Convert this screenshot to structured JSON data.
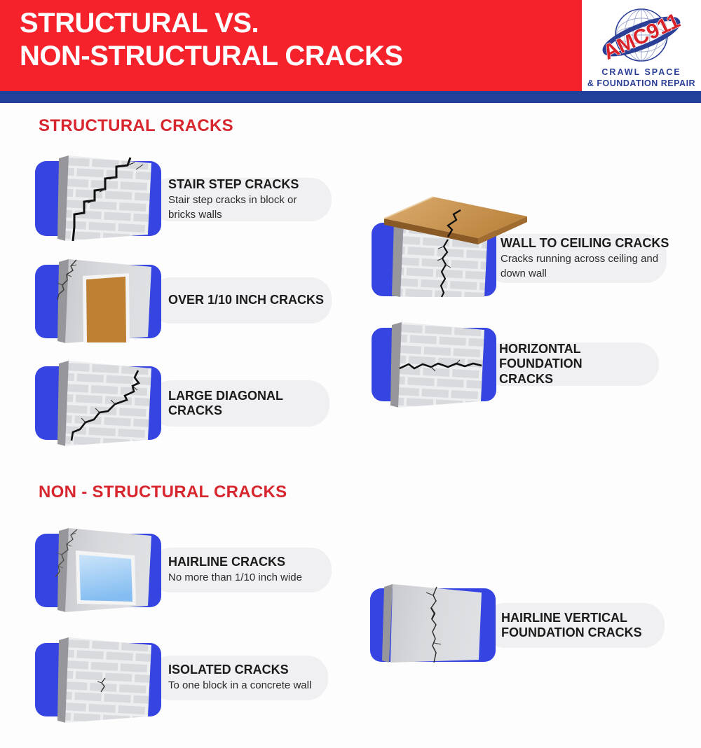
{
  "header": {
    "title_line1": "STRUCTURAL VS.",
    "title_line2": "NON-STRUCTURAL CRACKS"
  },
  "logo": {
    "brand": "AMC911",
    "tagline_line1": "CRAWL SPACE",
    "tagline_line2": "& FOUNDATION REPAIR"
  },
  "colors": {
    "header_red": "#F5222B",
    "navy_bar": "#21409A",
    "accent_blue": "#3645E2",
    "heading_red": "#D8262E",
    "card_gray": "#F0F0F2",
    "logo_blue": "#2B3F97",
    "logo_red": "#D8232A"
  },
  "sections": [
    {
      "heading": "STRUCTURAL CRACKS",
      "items": [
        {
          "title": "STAIR STEP CRACKS",
          "description": "Stair step cracks in block or bricks walls",
          "icon": "stair-step-crack-wall-icon"
        },
        {
          "title": "OVER 1/10 INCH CRACKS",
          "description": "",
          "icon": "door-wall-crack-icon"
        },
        {
          "title": "LARGE DIAGONAL CRACKS",
          "description": "",
          "icon": "diagonal-crack-wall-icon"
        },
        {
          "title": "WALL TO CEILING CRACKS",
          "description": "Cracks running across ceiling and down wall",
          "icon": "wall-to-ceiling-crack-icon"
        },
        {
          "title": "HORIZONTAL FOUNDATION CRACKS",
          "description": "",
          "icon": "horizontal-crack-wall-icon"
        }
      ]
    },
    {
      "heading": "NON - STRUCTURAL CRACKS",
      "items": [
        {
          "title": "HAIRLINE CRACKS",
          "description": "No more than 1/10 inch wide",
          "icon": "window-wall-hairline-crack-icon"
        },
        {
          "title": "ISOLATED CRACKS",
          "description": "To one block in a concrete wall",
          "icon": "isolated-crack-wall-icon"
        },
        {
          "title": "HAIRLINE VERTICAL FOUNDATION CRACKS",
          "description": "",
          "icon": "vertical-hairline-crack-wall-icon"
        }
      ]
    }
  ]
}
